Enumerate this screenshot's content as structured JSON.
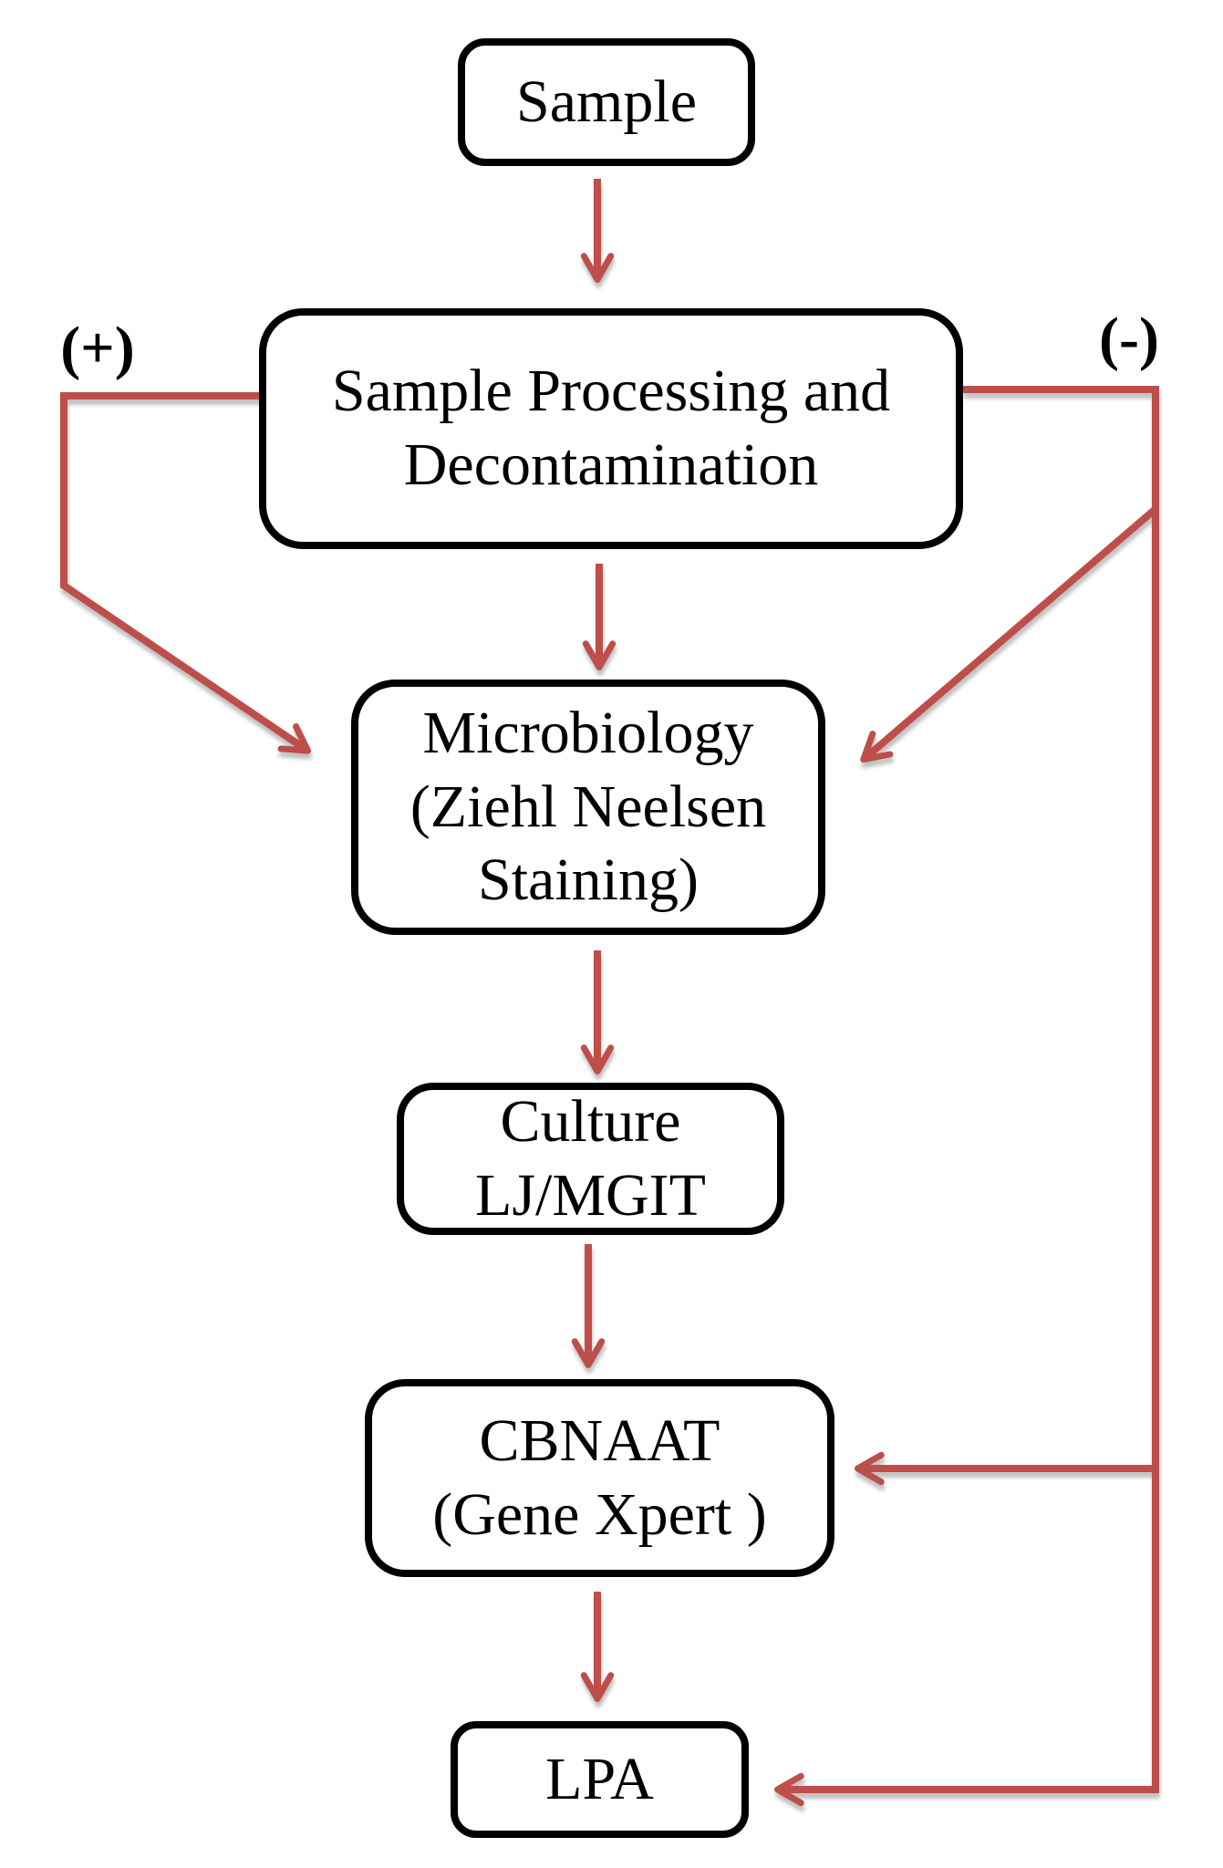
{
  "diagram": {
    "type": "flowchart",
    "nodes": [
      {
        "id": "sample",
        "label": "Sample"
      },
      {
        "id": "processing",
        "label": "Sample Processing and\nDecontamination"
      },
      {
        "id": "microbiology",
        "label": "Microbiology\n(Ziehl Neelsen\nStaining)"
      },
      {
        "id": "culture",
        "label": "Culture\nLJ/MGIT"
      },
      {
        "id": "cbnaat",
        "label": "CBNAAT\n(Gene Xpert )"
      },
      {
        "id": "lpa",
        "label": "LPA"
      }
    ],
    "branch_labels": [
      {
        "id": "positive",
        "label": "(+)"
      },
      {
        "id": "negative",
        "label": "(-)"
      }
    ],
    "edges": [
      {
        "from": "sample",
        "to": "processing",
        "branch": ""
      },
      {
        "from": "processing",
        "to": "microbiology",
        "branch": ""
      },
      {
        "from": "processing",
        "to": "microbiology",
        "branch": "(+)",
        "via": "left-rail"
      },
      {
        "from": "processing",
        "to": "microbiology",
        "branch": "(-)",
        "via": "right-rail"
      },
      {
        "from": "microbiology",
        "to": "culture",
        "branch": ""
      },
      {
        "from": "culture",
        "to": "cbnaat",
        "branch": ""
      },
      {
        "from": "processing",
        "to": "cbnaat",
        "branch": "(-)",
        "via": "right-rail"
      },
      {
        "from": "cbnaat",
        "to": "lpa",
        "branch": ""
      },
      {
        "from": "processing",
        "to": "lpa",
        "branch": "(-)",
        "via": "right-rail"
      }
    ],
    "colors": {
      "connector": "#bd4e4a",
      "node_border": "#000000",
      "node_fill": "#ffffff",
      "text": "#000000",
      "background": "#ffffff"
    }
  }
}
